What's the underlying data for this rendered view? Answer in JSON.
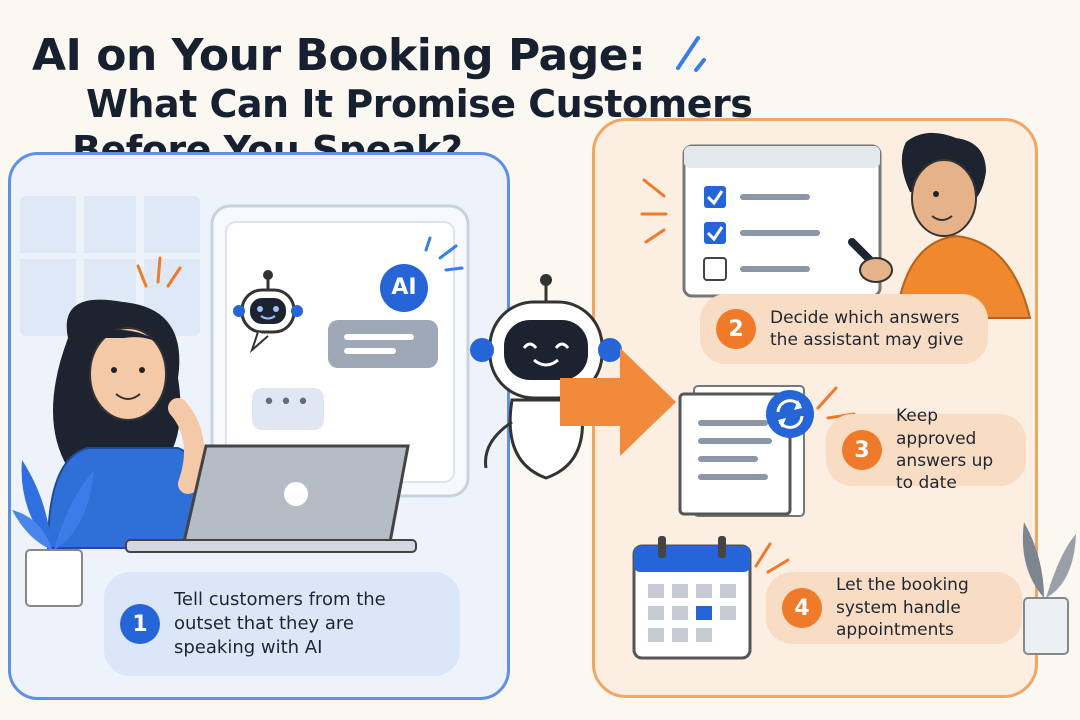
{
  "title": {
    "line1": "AI on Your Booking Page:",
    "line2": "What Can It Promise Customers",
    "line3": "Before You Speak?"
  },
  "colors": {
    "blue_accent": "#2565d8",
    "orange_accent": "#ee7a2a",
    "left_panel_border": "#5f8fe6",
    "right_panel_border": "#f0a766"
  },
  "chat": {
    "ai_badge": "AI",
    "typing": "•••"
  },
  "steps": [
    {
      "number": "1",
      "text": "Tell customers from the outset that they are speaking with AI"
    },
    {
      "number": "2",
      "text": "Decide which answers the assistant may give"
    },
    {
      "number": "3",
      "text": "Keep approved answers up to date"
    },
    {
      "number": "4",
      "text": "Let the booking system handle appointments"
    }
  ],
  "icons": [
    "robot-icon",
    "checklist-icon",
    "documents-icon",
    "refresh-icon",
    "calendar-icon",
    "arrow-icon",
    "plant-icon",
    "laptop-icon"
  ]
}
